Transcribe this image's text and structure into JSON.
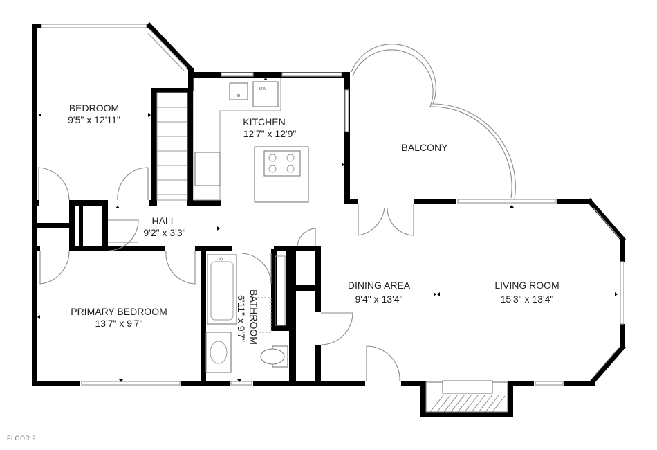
{
  "rooms": {
    "bedroom": {
      "name": "BEDROOM",
      "dims": "9'5\" x 12'11\""
    },
    "kitchen": {
      "name": "KITCHEN",
      "dims": "12'7\" x 12'9\""
    },
    "balcony": {
      "name": "BALCONY"
    },
    "hall": {
      "name": "HALL",
      "dims": "9'2\" x 3'3\""
    },
    "primary_bedroom": {
      "name": "PRIMARY BEDROOM",
      "dims": "13'7\" x 9'7\""
    },
    "bathroom": {
      "name": "BATHROOM",
      "dims": "6'11\" x 9'7\""
    },
    "dining_area": {
      "name": "DINING AREA",
      "dims": "9'4\" x 13'4\""
    },
    "living_room": {
      "name": "LIVING ROOM",
      "dims": "15'3\" x 13'4\""
    }
  },
  "appliances": {
    "dishwasher_label": "DW"
  },
  "floor_label": "FLOOR 2"
}
